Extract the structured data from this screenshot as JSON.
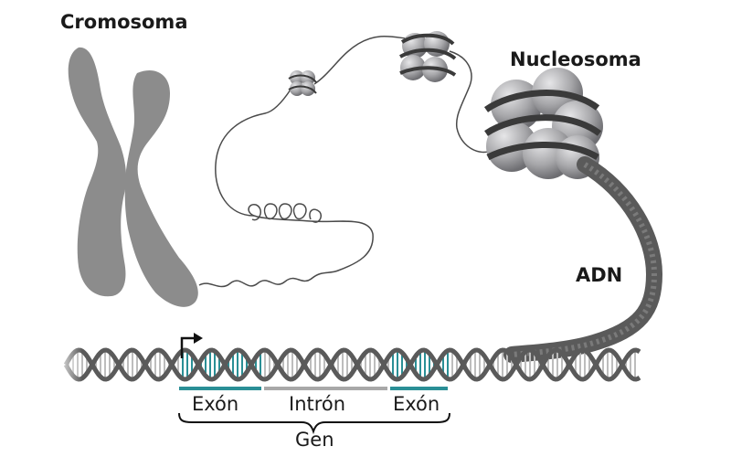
{
  "labels": {
    "chromosome": "Cromosoma",
    "nucleosome": "Nucleosoma",
    "dna": "ADN",
    "exon_1": "Exón",
    "intron": "Intrón",
    "exon_2": "Exón",
    "gene": "Gen"
  },
  "colors": {
    "chromosome": "#8c8c8c",
    "histone": "#a6a6a9",
    "dna_strand": "#5a5a5a",
    "exon_highlight": "#2a8f96",
    "intron_bar": "#a8a8a8",
    "text": "#1a1a1a"
  },
  "icons": {
    "promoter": "right-angle-arrow-icon"
  }
}
